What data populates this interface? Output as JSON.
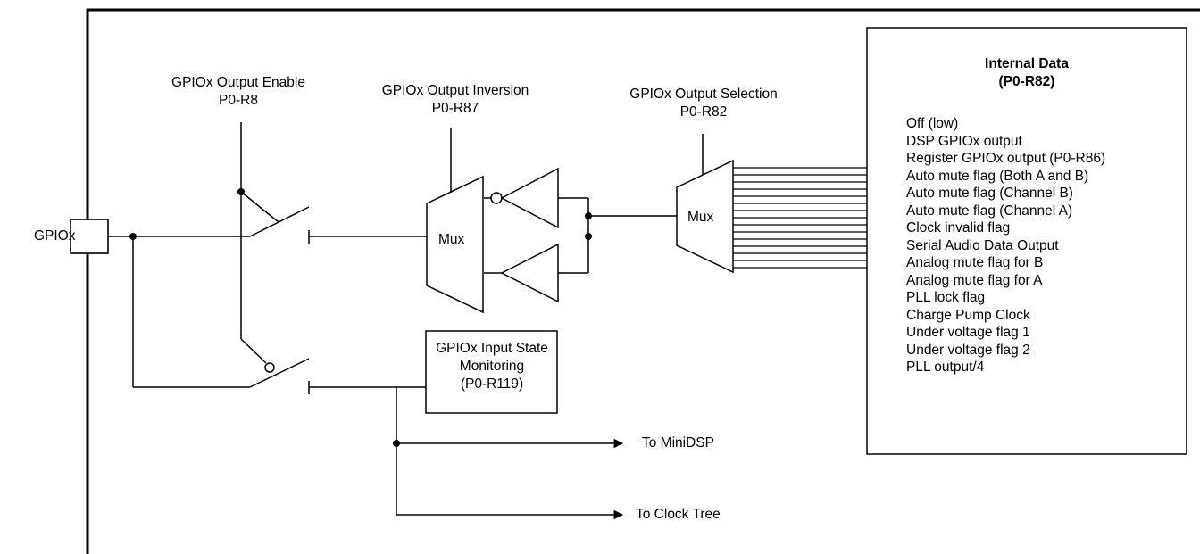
{
  "labels": {
    "gpiox_pin": "GPIOx",
    "output_enable": [
      "GPIOx Output Enable",
      "P0-R8"
    ],
    "output_inversion": [
      "GPIOx Output Inversion",
      "P0-R87"
    ],
    "output_selection": [
      "GPIOx Output Selection",
      "P0-R82"
    ],
    "mux_left": "Mux",
    "mux_right": "Mux",
    "input_state": [
      "GPIOx Input State",
      "Monitoring",
      "(P0-R119)"
    ],
    "to_minidsp": "To MiniDSP",
    "to_clock_tree": "To Clock Tree"
  },
  "internal_data": {
    "title": "Internal Data",
    "subtitle": "(P0-R82)",
    "items": [
      "Off (low)",
      "DSP GPIOx output",
      "Register GPIOx output (P0-R86)",
      "Auto mute flag (Both A and B)",
      "Auto mute flag (Channel B)",
      "Auto mute flag (Channel A)",
      "Clock invalid flag",
      "Serial Audio Data Output",
      "Analog mute flag for B",
      "Analog mute flag for A",
      "PLL lock flag",
      "Charge Pump Clock",
      "Under voltage flag 1",
      "Under voltage flag 2",
      "PLL output/4"
    ]
  }
}
